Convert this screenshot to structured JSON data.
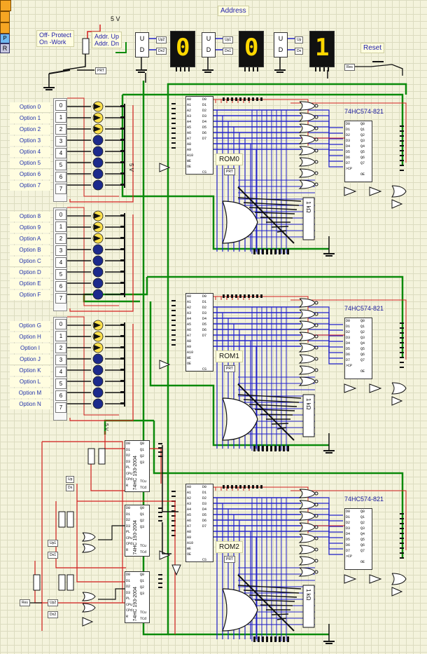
{
  "power": {
    "five_v": "5 V",
    "five_v_side": "5 V",
    "five_v_counter": "5 V"
  },
  "protect_label": "Off- Protect\nOn -Work",
  "addr_label": "Addr. Up\nAddr. Dn",
  "address_title": "Address",
  "reset_title": "Reset",
  "reset_tag": "Res",
  "reset_btn": "R",
  "p_btn": "P",
  "prt_tag": "PRT",
  "up_down": {
    "u": "U",
    "d": "D"
  },
  "digits": [
    "0",
    "0",
    "1"
  ],
  "counter_tags": [
    "Up2",
    "Dn2",
    "Up1",
    "Dn1",
    "Up",
    "Dn"
  ],
  "option_groups": [
    [
      "Option 0",
      "Option 1",
      "Option 2",
      "Option 3",
      "Option 4",
      "Option 5",
      "Option 6",
      "Option 7"
    ],
    [
      "Option 8",
      "Option 9",
      "Option A",
      "Option B",
      "Option C",
      "Option D",
      "Option E",
      "Option F"
    ],
    [
      "Option G",
      "Option H",
      "Option I",
      "Option J",
      "Option K",
      "Option L",
      "Option M",
      "Option N"
    ]
  ],
  "switch_keys": [
    "0",
    "1",
    "2",
    "3",
    "4",
    "5",
    "6",
    "7"
  ],
  "roms": [
    "ROM0",
    "ROM1",
    "ROM2"
  ],
  "rom_pins_left": [
    "A0",
    "A1",
    "A2",
    "A3",
    "A4",
    "A5",
    "A6",
    "A7",
    "A8",
    "A9",
    "A10",
    "WE",
    "OE"
  ],
  "rom_pins_right": [
    "D0",
    "D1",
    "D2",
    "D3",
    "D4",
    "D5",
    "D6",
    "D7",
    "CS"
  ],
  "latch_title": "74HC574-821",
  "latch_pins_left": [
    "D0",
    "D1",
    "D2",
    "D3",
    "D4",
    "D5",
    "D6",
    "D7",
    ">CP"
  ],
  "latch_pins_right": [
    "Q0",
    "Q1",
    "Q2",
    "Q3",
    "Q4",
    "Q5",
    "Q6",
    "Q7",
    "OE"
  ],
  "resistor_label": "1 kΩ",
  "counter_chip": "74HC 193-2004",
  "counter_pins_left": [
    "D0",
    "D1",
    "D2",
    "D3",
    "PL",
    "CPu",
    "CPd",
    "R"
  ],
  "counter_pins_right": [
    "Q0",
    "Q1",
    "Q2",
    "Q3",
    "TCu",
    "TCd"
  ],
  "led_colors": {
    "on": "#ffe14d",
    "off": "#1c2a8c"
  },
  "wire_colors": {
    "red": "#d42020",
    "blue": "#2222cc",
    "green": "#0a8a0a",
    "black": "#111111"
  },
  "lit_leds": [
    [
      true,
      true,
      true,
      false,
      false,
      false,
      false,
      false
    ],
    [
      true,
      true,
      true,
      false,
      false,
      false,
      false,
      false
    ],
    [
      true,
      true,
      true,
      false,
      false,
      false,
      false,
      false
    ]
  ]
}
